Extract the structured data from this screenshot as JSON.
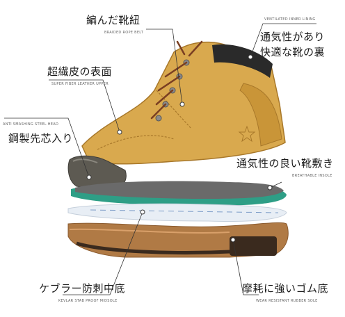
{
  "callouts": {
    "braided_rope": {
      "jp": "編んだ靴紐",
      "en": "BRAIDED ROPE BELT"
    },
    "ventilated_lining": {
      "jp_line1": "通気性があり",
      "jp_line2": "快適な靴の裏",
      "en": "VENTILATED INNER LINING"
    },
    "super_fiber": {
      "jp": "超繊皮の表面",
      "en": "SUPER FIBER LEATHER UPPER"
    },
    "steel_head": {
      "jp": "鋼製先芯入り",
      "en": "ANTI SMASHING STEEL HEAD"
    },
    "breathable_insole": {
      "jp": "通気性の良い靴敷き",
      "en": "BREATHABLE INSOLE"
    },
    "kevlar_midsole": {
      "jp": "ケブラー防刺中底",
      "en": "KEVLAR STAB PROOF MIDSOLE"
    },
    "rubber_sole": {
      "jp": "摩耗に強いゴム底",
      "en": "WEAR RESISTANT RUBBER SOLE"
    }
  },
  "colors": {
    "leather": "#d9a94e",
    "leather_dark": "#b8842e",
    "collar": "#2a2a2a",
    "steel_cap": "#5d5a52",
    "insole_top": "#6a6a6a",
    "insole_green": "#2e9e86",
    "midsole": "#e8eef5",
    "outsole": "#b07a45",
    "outsole_dark": "#3a2a1e"
  }
}
